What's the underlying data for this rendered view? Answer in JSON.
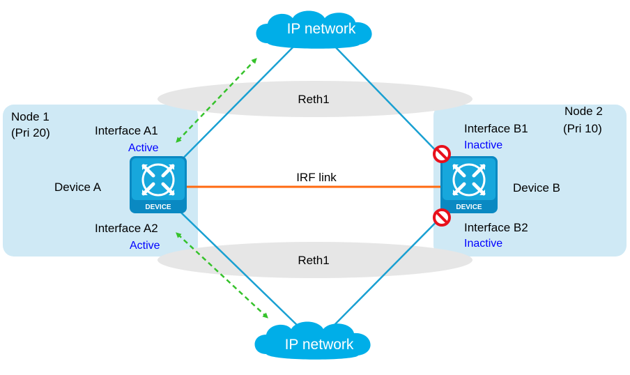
{
  "colors": {
    "node_panel": "#cfe9f5",
    "reth_ellipse": "#e6e6e6",
    "link_blue": "#19a0d2",
    "irf_orange": "#ff6a10",
    "dashed_green": "#35c22b",
    "cloud": "#00aee8",
    "status_blue": "#0000ff",
    "block_red": "#e8101c"
  },
  "clouds": {
    "top": "IP network",
    "bottom": "IP network"
  },
  "reth": {
    "top": "Reth1",
    "bottom": "Reth1"
  },
  "irf_link": "IRF link",
  "node1": {
    "title": "Node 1",
    "priority": "(Pri 20)",
    "device": "Device A",
    "device_badge": "DEVICE",
    "interfaces": [
      {
        "name": "Interface A1",
        "status": "Active"
      },
      {
        "name": "Interface A2",
        "status": "Active"
      }
    ]
  },
  "node2": {
    "title": "Node 2",
    "priority": "(Pri 10)",
    "device": "Device B",
    "device_badge": "DEVICE",
    "interfaces": [
      {
        "name": "Interface B1",
        "status": "Inactive"
      },
      {
        "name": "Interface B2",
        "status": "Inactive"
      }
    ]
  },
  "icons": {
    "device": "switch-device-icon",
    "cloud": "cloud-icon",
    "blocked": "blocked-icon"
  }
}
